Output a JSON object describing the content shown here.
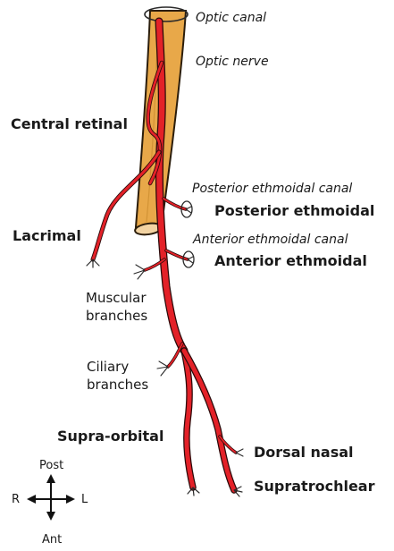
{
  "labels": {
    "optic_canal": "Optic canal",
    "optic_nerve": "Optic nerve",
    "central_retinal": "Central retinal",
    "posterior_ethmoidal_canal": "Posterior ethmoidal canal",
    "posterior_ethmoidal": "Posterior ethmoidal",
    "lacrimal": "Lacrimal",
    "anterior_ethmoidal_canal": "Anterior ethmoidal canal",
    "anterior_ethmoidal": "Anterior ethmoidal",
    "muscular_branches_1": "Muscular",
    "muscular_branches_2": "branches",
    "ciliary_branches_1": "Ciliary",
    "ciliary_branches_2": "branches",
    "supra_orbital": "Supra-orbital",
    "dorsal_nasal": "Dorsal nasal",
    "supratrochlear": "Supratrochlear"
  },
  "compass": {
    "post": "Post",
    "ant": "Ant",
    "right": "R",
    "left": "L"
  },
  "colors": {
    "artery": "#e32128",
    "artery_outline": "#2a0a0a",
    "nerve": "#e8a849",
    "nerve_outline": "#2b1d0b",
    "text": "#1a1a1a"
  }
}
